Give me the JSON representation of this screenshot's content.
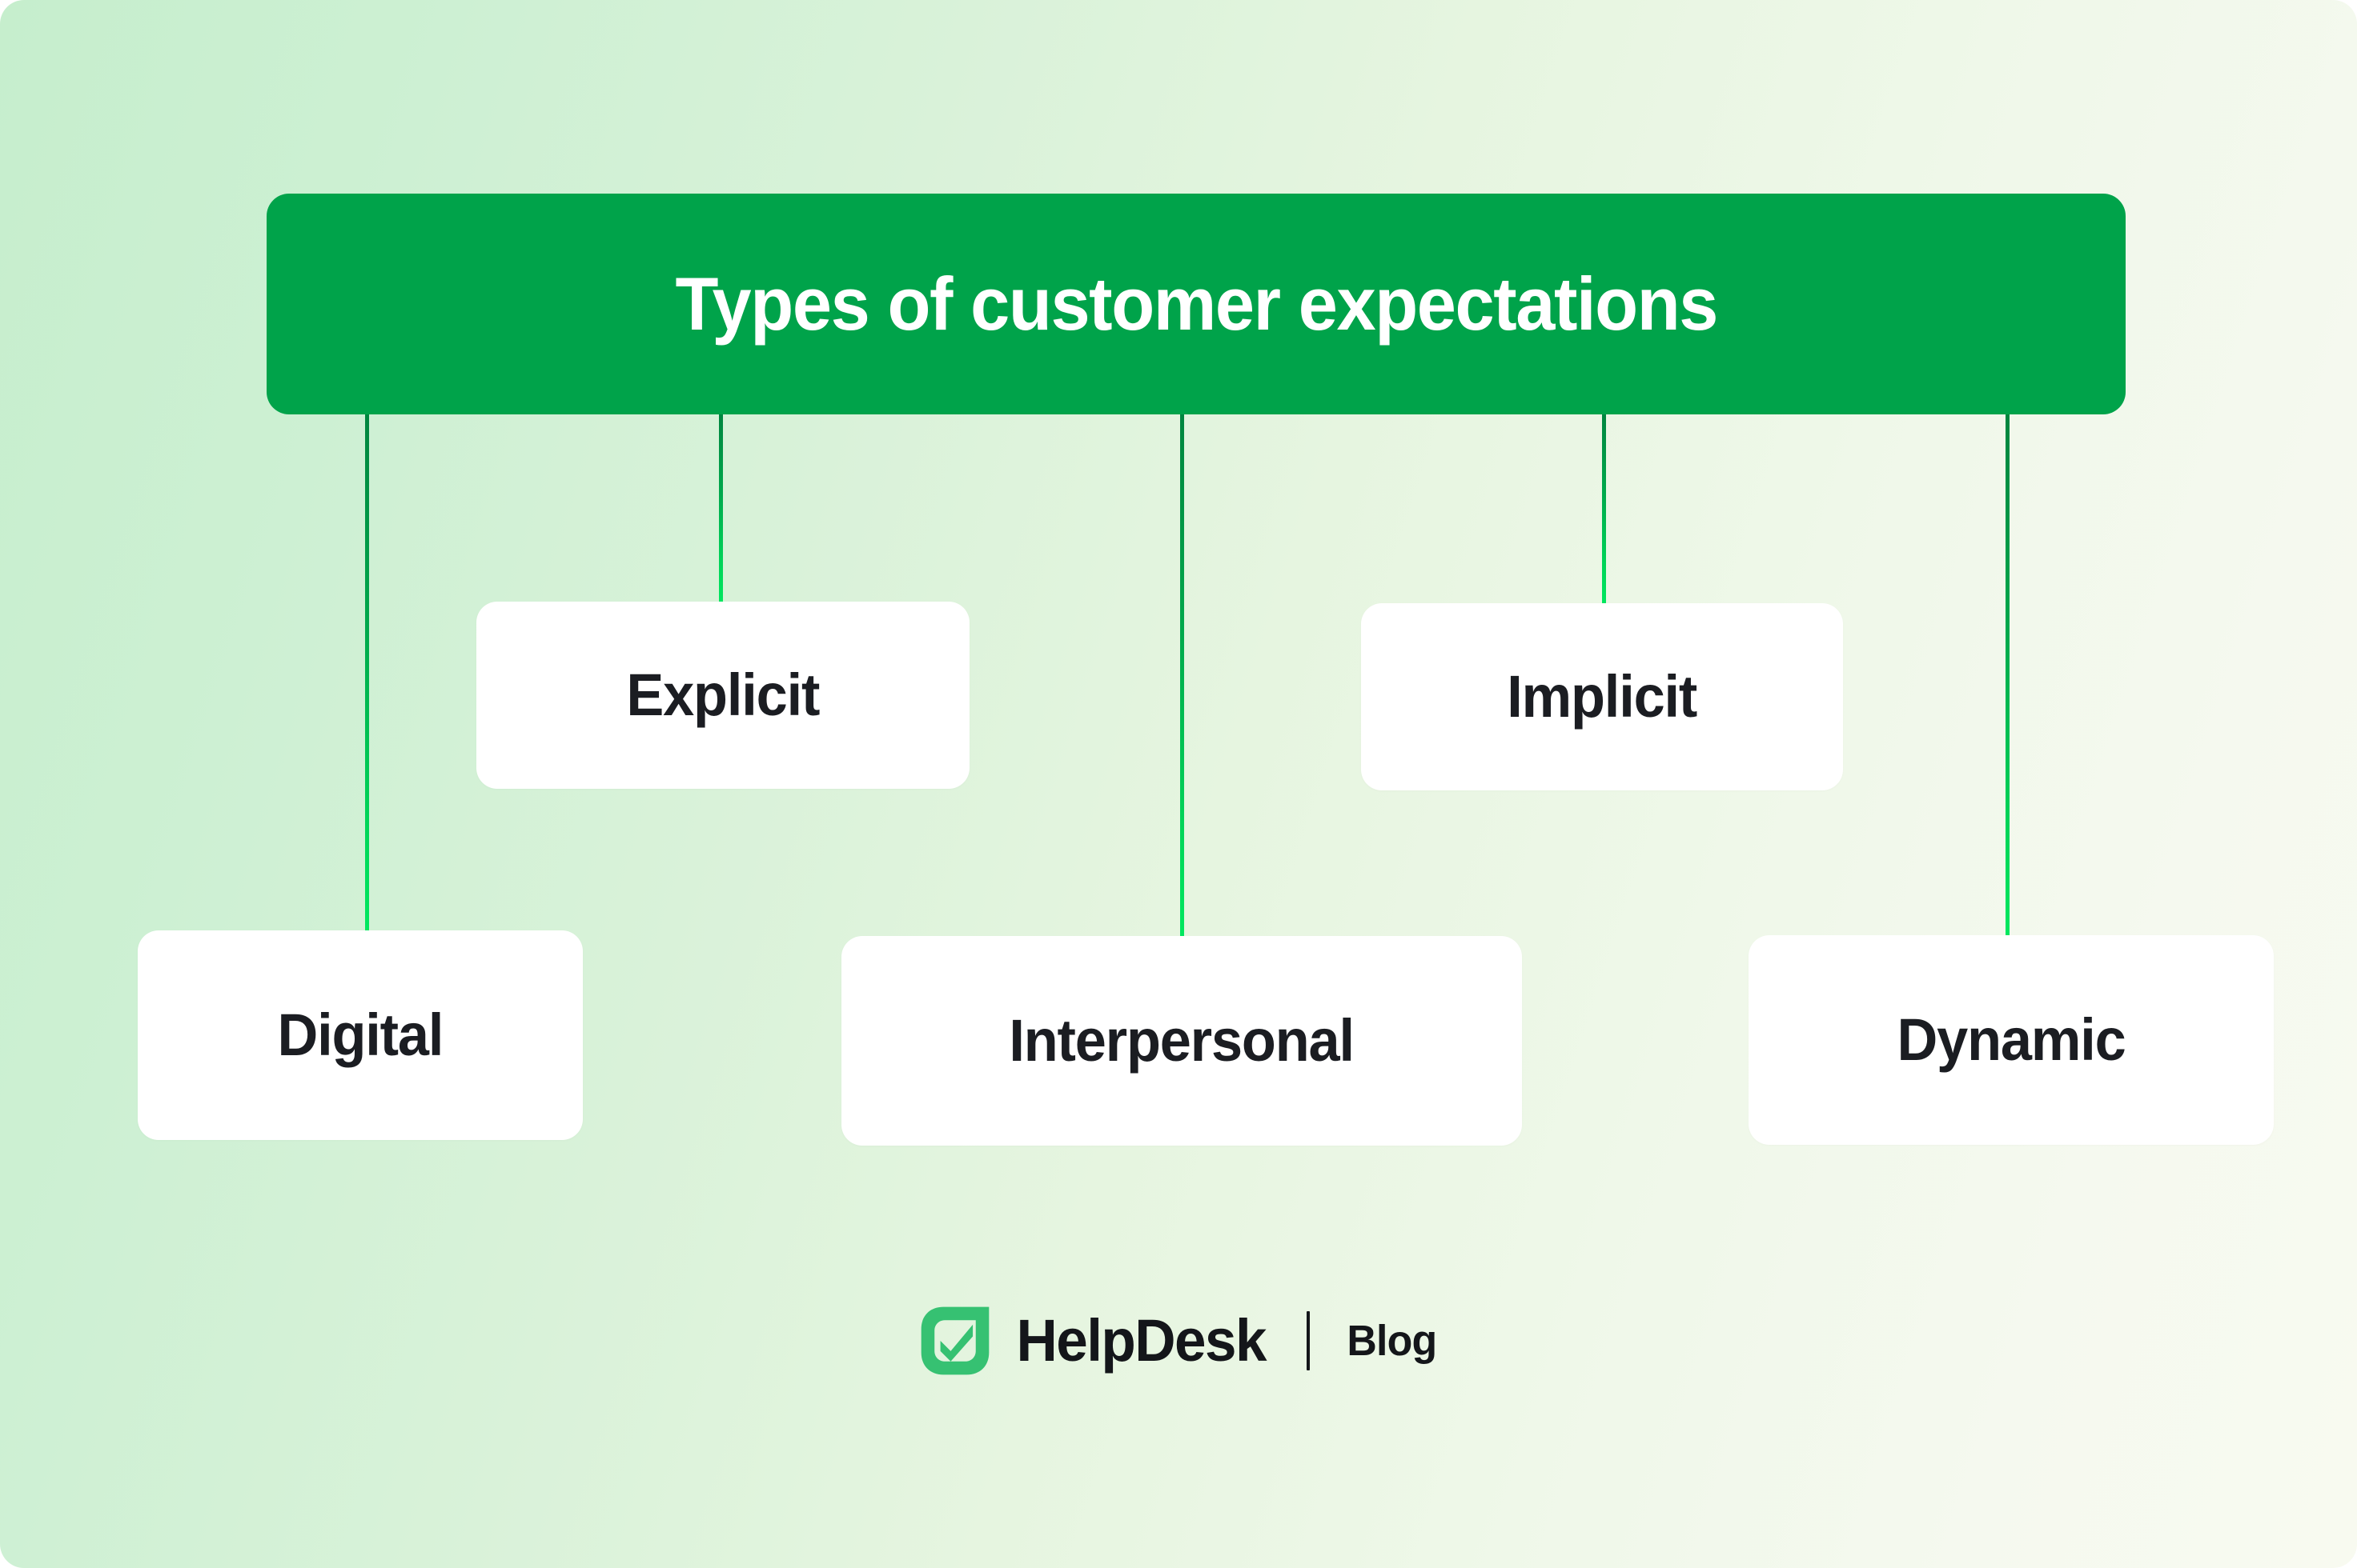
{
  "infographic": {
    "title": "Types of customer expectations",
    "background": {
      "gradient_from": "#c6eecd",
      "gradient_to": "#f8faf0"
    },
    "header": {
      "label": "Types of customer expectations",
      "background_color": "#00a34a",
      "text_color": "#ffffff"
    },
    "connector": {
      "color_top": "#00853f",
      "color_bottom": "#00e85f"
    },
    "nodes": [
      {
        "label": "Explicit",
        "row": "middle",
        "card_color": "#ffffff",
        "text_color": "#1b1d22"
      },
      {
        "label": "Implicit",
        "row": "middle",
        "card_color": "#ffffff",
        "text_color": "#1b1d22"
      },
      {
        "label": "Digital",
        "row": "bottom",
        "card_color": "#ffffff",
        "text_color": "#1b1d22"
      },
      {
        "label": "Interpersonal",
        "row": "bottom",
        "card_color": "#ffffff",
        "text_color": "#1b1d22"
      },
      {
        "label": "Dynamic",
        "row": "bottom",
        "card_color": "#ffffff",
        "text_color": "#1b1d22"
      }
    ],
    "footer": {
      "logo_icon": "helpdesk-checkbox-icon",
      "logo_color": "#36c172",
      "brand": "HelpDesk",
      "divider": "|",
      "section": "Blog"
    }
  },
  "chart_data": {
    "type": "diagram",
    "diagram_type": "hierarchy-tree",
    "title": "Types of customer expectations",
    "root": "Types of customer expectations",
    "children": [
      "Digital",
      "Explicit",
      "Interpersonal",
      "Implicit",
      "Dynamic"
    ],
    "levels": 2,
    "branch_count": 5
  }
}
